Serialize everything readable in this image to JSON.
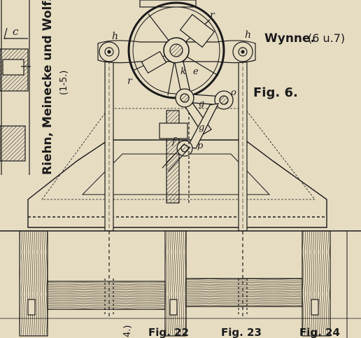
{
  "caption": {
    "title": "Wynne.",
    "refs": "(6 u.7)",
    "figure": "Fig. 6.",
    "side_title": "Riehn, Meinecke und Wolf.",
    "side_refs": "(1-5.)"
  },
  "letters": {
    "c": "c",
    "h_left": "h",
    "h_right": "h",
    "r_top": "r",
    "r_left": "r",
    "k": "k",
    "e": "e",
    "g1": "g",
    "o": "o",
    "g2": "g",
    "f": "f",
    "p": "p"
  },
  "bottom_text": {
    "fig_a": "Fig. 22",
    "fig_b": "Fig. 23",
    "fig_c": "Fig. 24",
    "rotated": "4.)"
  },
  "colors": {
    "paper": "#e6dcc2",
    "ink": "#1a1a1a",
    "wood": "#d9cba6"
  }
}
